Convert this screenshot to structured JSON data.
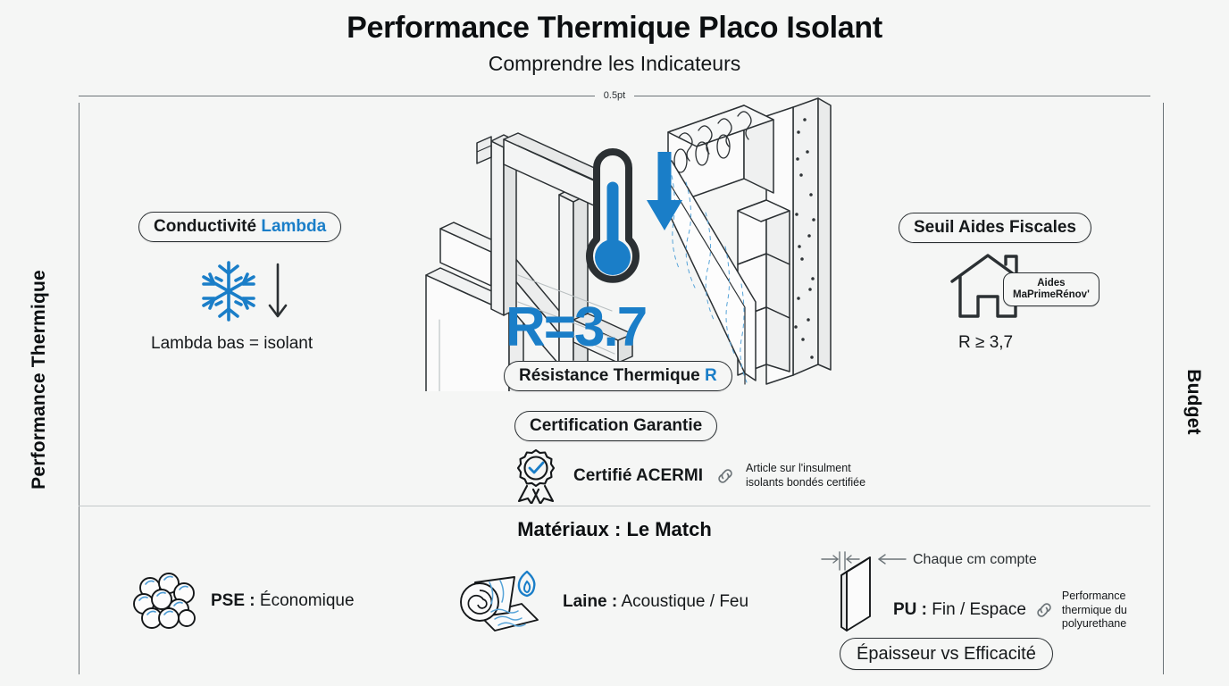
{
  "header": {
    "title": "Performance Thermique Placo Isolant",
    "subtitle": "Comprendre les Indicateurs",
    "rule_caption": "0.5pt"
  },
  "axes": {
    "left_label": "Performance Thermique",
    "right_label": "Budget"
  },
  "panels": {
    "conductivity": {
      "pill_label_1": "Conductivité",
      "pill_label_2": "Lambda",
      "icon": "snowflake-icon",
      "arrow_icon": "arrow-down-icon",
      "caption": "Lambda bas = isolant"
    },
    "resistance": {
      "icon": "thermometer-icon",
      "arrow_icon": "arrow-down-icon",
      "value": "R=3.7",
      "pill_label_1": "Résistance Thermique",
      "pill_label_2": "R"
    },
    "certification": {
      "pill_label": "Certification Garantie",
      "icon": "award-badge-icon",
      "caption": "Certifié ACERMI",
      "link_icon": "link-chain-icon",
      "link_text_line1": "Article sur l'insulment",
      "link_text_line2": "isolants bondés certifiée"
    },
    "subsidy": {
      "pill_label": "Seuil Aides Fiscales",
      "icon": "house-icon",
      "badge_line1": "Aides",
      "badge_line2": "MaPrimeRénov'",
      "caption": "R ≥ 3,7"
    }
  },
  "materials": {
    "heading": "Matériaux : Le Match",
    "items": [
      {
        "icon": "foam-beads-icon",
        "label_bold": "PSE :",
        "label_rest": "Économique"
      },
      {
        "icon": "wool-roll-icon",
        "label_bold": "Laine :",
        "label_rest": "Acoustique / Feu"
      },
      {
        "icon": "pu-board-icon",
        "label_bold": "PU :",
        "label_rest": "Fin / Espace",
        "annotation": "Chaque cm compte",
        "annotation_icon": "arrow-left-icon",
        "link_icon": "link-chain-icon",
        "link_text_line1": "Performance",
        "link_text_line2": "thermique du",
        "link_text_line3": "polyurethane",
        "pill_label": "Épaisseur vs Efficacité"
      }
    ]
  },
  "colors": {
    "background": "#f5f6f5",
    "accent_blue": "#1a7ec8",
    "ink": "#15181a",
    "rule": "#6c7478",
    "rule_light": "#c3c8ca"
  }
}
